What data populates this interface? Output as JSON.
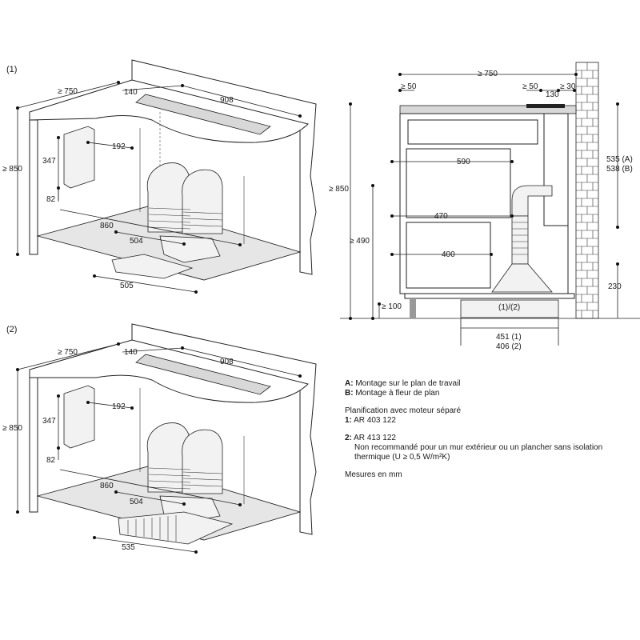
{
  "figure1": {
    "label": "(1)",
    "dims": {
      "depth": "≥ 750",
      "slot_offset": "140",
      "slot_length": "908",
      "height": "≥ 850",
      "box_height": "347",
      "box_width": "192",
      "box_low": "82",
      "width_860": "860",
      "width_504": "504",
      "width_505": "505"
    }
  },
  "figure2": {
    "label": "(2)",
    "dims": {
      "depth": "≥ 750",
      "slot_offset": "140",
      "slot_length": "908",
      "height": "≥ 850",
      "box_height": "347",
      "box_width": "192",
      "box_low": "82",
      "width_860": "860",
      "width_504": "504",
      "width_535": "535"
    }
  },
  "section": {
    "depth": "≥ 750",
    "left_gap": "≥ 50",
    "gap_50": "≥ 50",
    "gap_30": "≥ 30",
    "d130": "130",
    "height": "≥ 850",
    "d590": "590",
    "d470": "470",
    "h490": "≥ 490",
    "d400": "400",
    "h100": "≥ 100",
    "h535": "535 (A)",
    "h538": "538 (B)",
    "h230": "230",
    "unit_label": "(1)/(2)",
    "w451": "451 (1)",
    "w406": "406 (2)"
  },
  "legend": {
    "a_key": "A:",
    "a_text": "Montage sur le plan de travail",
    "b_key": "B:",
    "b_text": "Montage à fleur de plan",
    "planning": "Planification avec moteur séparé",
    "one_key": "1:",
    "one_text": "AR 403 122",
    "two_key": "2:",
    "two_text": "AR 413 122",
    "two_note": "Non recommandé pour un mur extérieur ou un plancher sans isolation thermique (U ≥ 0,5 W/m²K)",
    "units": "Mesures en mm"
  }
}
